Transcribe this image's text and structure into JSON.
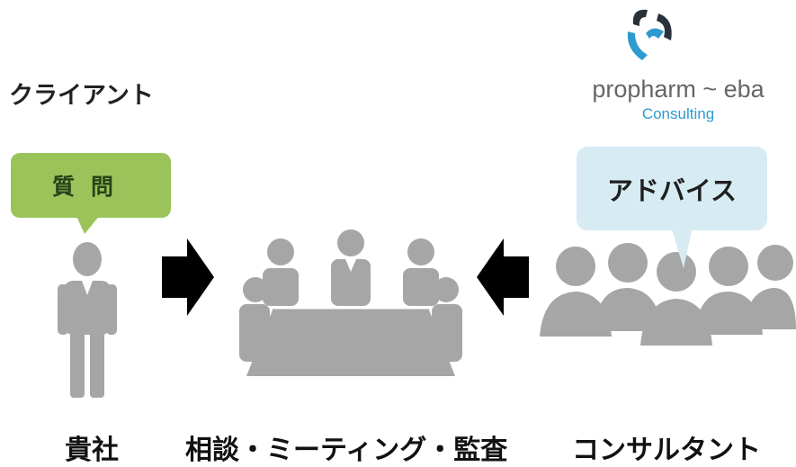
{
  "client": {
    "title": "クライアント",
    "question": "質問"
  },
  "consultant": {
    "advice": "アドバイス"
  },
  "logo": {
    "name": "propharm ~ eba",
    "subtitle": "Consulting"
  },
  "labels": {
    "company": "貴社",
    "meeting": "相談・ミーティング・監査",
    "consultant": "コンサルタント"
  },
  "colors": {
    "figure": "#a6a6a6",
    "question_bubble": "#9ac45a",
    "advice_bubble": "#d7ebf3",
    "logo_blue": "#2e9bd0",
    "logo_dark": "#27323c"
  }
}
